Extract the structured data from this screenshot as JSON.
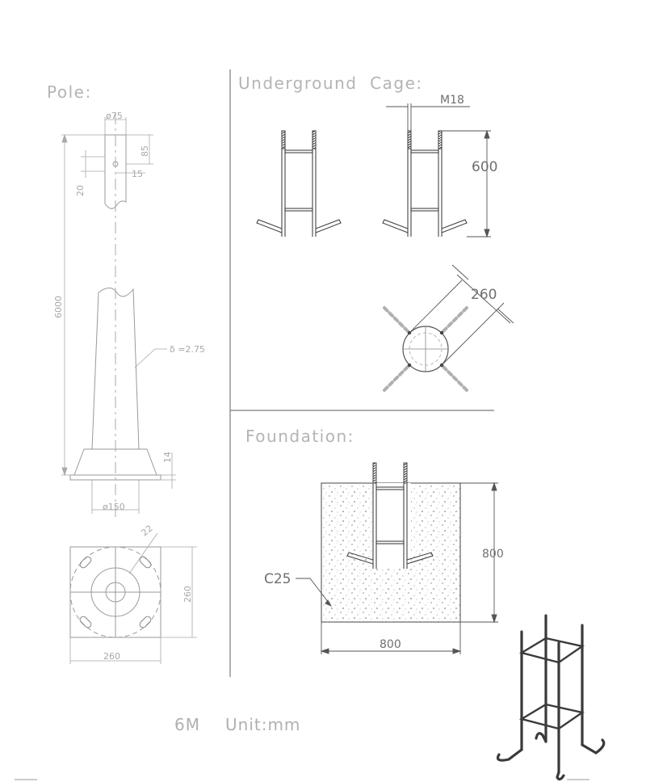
{
  "sections": {
    "pole": "Pole:",
    "cage": "Underground  Cage:",
    "foundation": "Foundation:"
  },
  "pole_dims": {
    "top_dia": "ø75",
    "h85": "85",
    "w15": "15",
    "h20": "20",
    "height": "6000",
    "thickness": "δ =2.75",
    "h14": "14",
    "base_dia": "ø150",
    "hole": "22",
    "plate_h": "260",
    "plate_w": "260"
  },
  "cage_dims": {
    "bolt": "M18",
    "height": "600",
    "spacing": "260"
  },
  "foundation_dims": {
    "height": "800",
    "width": "800",
    "concrete": "C25"
  },
  "footer": {
    "height_label": "6M",
    "unit": "Unit:mm"
  },
  "colors": {
    "line_light": "#bdbdbd",
    "line_dark": "#5a5a5a",
    "rebar": "#3a3a3a"
  }
}
